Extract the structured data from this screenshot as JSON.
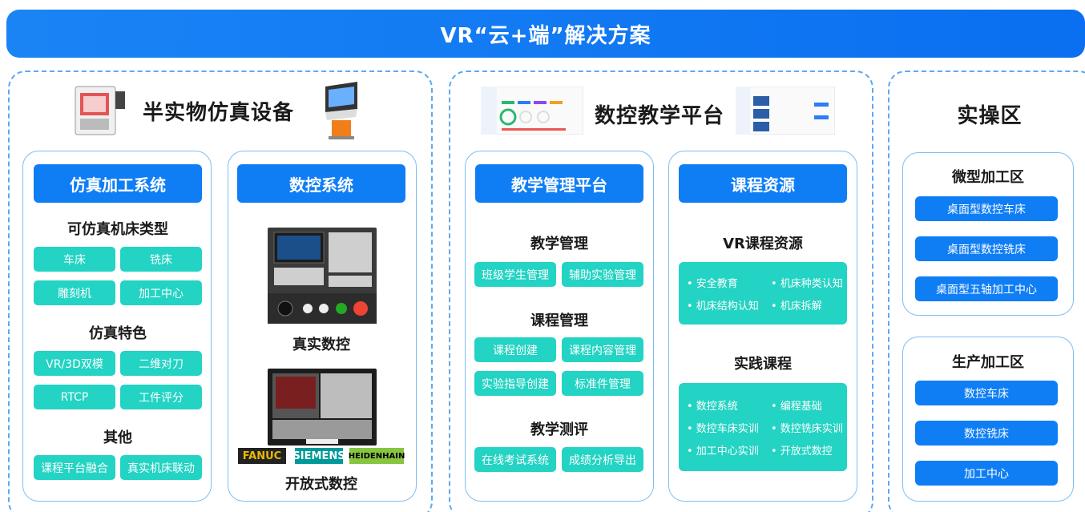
{
  "banner": {
    "title": "VR“云+端”解决方案"
  },
  "sections": {
    "left": {
      "title": "半实物仿真设备"
    },
    "middle": {
      "title": "数控教学平台"
    },
    "right": {
      "title": "实操区"
    }
  },
  "sim_system": {
    "header": "仿真加工系统",
    "machine_types_heading": "可仿真机床类型",
    "machine_types": [
      "车床",
      "铣床",
      "雕刻机",
      "加工中心"
    ],
    "features_heading": "仿真特色",
    "features": [
      "VR/3D双模",
      "二维对刀",
      "RTCP",
      "工件评分"
    ],
    "other_heading": "其他",
    "other": [
      "课程平台融合",
      "真实机床联动"
    ]
  },
  "cnc_system": {
    "header": "数控系统",
    "real_cnc_label": "真实数控",
    "open_cnc_label": "开放式数控",
    "brand_logos": [
      "FANUC",
      "SIEMENS",
      "HEIDENHAIN"
    ]
  },
  "teaching_mgmt": {
    "header": "教学管理平台",
    "groups": [
      {
        "heading": "教学管理",
        "items": [
          "班级学生管理",
          "辅助实验管理"
        ]
      },
      {
        "heading": "课程管理",
        "items": [
          "课程创建",
          "课程内容管理",
          "实验指导创建",
          "标准件管理"
        ]
      },
      {
        "heading": "教学测评",
        "items": [
          "在线考试系统",
          "成绩分析导出"
        ]
      }
    ]
  },
  "course_resources": {
    "header": "课程资源",
    "vr_heading": "VR课程资源",
    "vr_items": [
      "• 安全教育",
      "• 机床种类认知",
      "• 机床结构认知",
      "• 机床拆解"
    ],
    "practice_heading": "实践课程",
    "practice_items": [
      "• 数控系统",
      "• 编程基础",
      "• 数控车床实训",
      "• 数控铣床实训",
      "• 加工中心实训",
      "• 开放式数控"
    ]
  },
  "micro_zone": {
    "heading": "微型加工区",
    "items": [
      "桌面型数控车床",
      "桌面型数控铣床",
      "桌面型五轴加工中心"
    ]
  },
  "production_zone": {
    "heading": "生产加工区",
    "items": [
      "数控车床",
      "数控铣床",
      "加工中心"
    ]
  },
  "colors": {
    "banner": "#0f7ef5",
    "teal": "#23d3c3",
    "dash": "#5ba9f0",
    "fanuc": "#e8b900",
    "siemens": "#009999",
    "heidenhain": "#88c540"
  }
}
